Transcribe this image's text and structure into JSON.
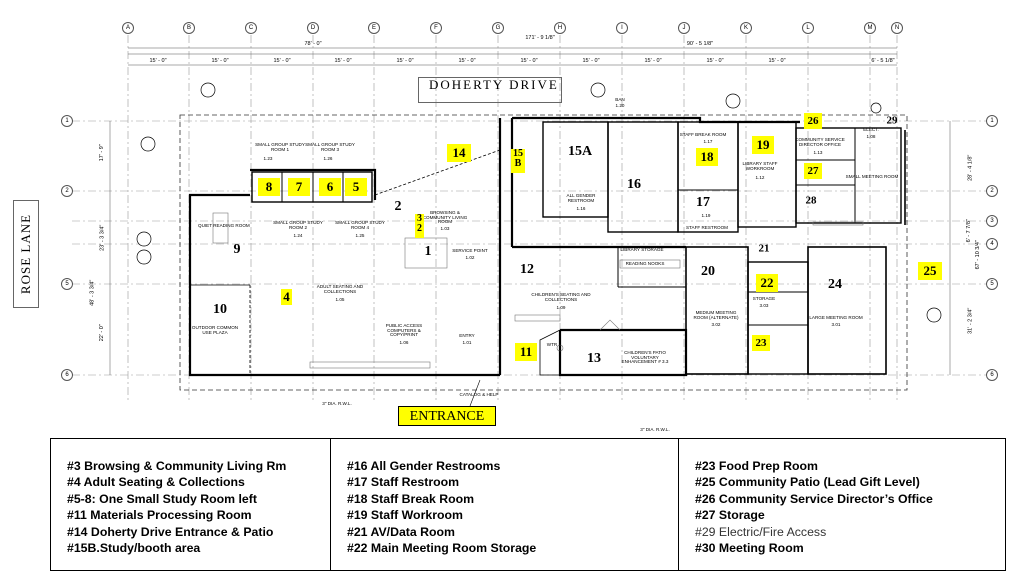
{
  "streets": {
    "top": "DOHERTY DRIVE",
    "left": "ROSE LANE",
    "entrance": "ENTRANCE"
  },
  "grid_columns": [
    "A",
    "B",
    "C",
    "D",
    "E",
    "F",
    "G",
    "H",
    "I",
    "J",
    "K",
    "L",
    "M",
    "N"
  ],
  "grid_rows": [
    "1",
    "2",
    "3",
    "4",
    "5",
    "6"
  ],
  "dimensions": {
    "overall_left": "78' - 0\"",
    "overall_total": "171' - 9 1/8\"",
    "overall_right": "90' - 5 1/8\"",
    "bays": [
      "15' - 0\"",
      "15' - 0\"",
      "15' - 0\"",
      "15' - 0\"",
      "15' - 0\"",
      "15' - 0\"",
      "15' - 0\"",
      "15' - 0\"",
      "15' - 0\"",
      "15' - 0\"",
      "15' - 0\"",
      "6' - 5 1/8\""
    ],
    "left_side": [
      "17' - 9\"",
      "23' - 3 3/4\"",
      "48' - 3 3/4\"",
      "22' - 0\""
    ],
    "right_side": [
      "28' - 4 1/8\"",
      "6' - 7 7/8\"",
      "67' - 10 3/4\"",
      "31' - 2 3/4\""
    ]
  },
  "room_labels": [
    {
      "id": "sg1",
      "text": "SMALL GROUP STUDY ROOM 1",
      "code": "1.23"
    },
    {
      "id": "sg3",
      "text": "SMALL GROUP STUDY ROOM 3",
      "code": "1.26"
    },
    {
      "id": "sg2",
      "text": "SMALL GROUP STUDY ROOM 2",
      "code": "1.24"
    },
    {
      "id": "sg4",
      "text": "SMALL GROUP STUDY ROOM 4",
      "code": "1.25"
    },
    {
      "id": "quiet",
      "text": "QUIET READING ROOM",
      "code": ""
    },
    {
      "id": "browse",
      "text": "BROWSING & COMMUNITY LIVING ROOM",
      "code": "1.03"
    },
    {
      "id": "adult",
      "text": "ADULT SEATING AND COLLECTIONS",
      "code": "1.05"
    },
    {
      "id": "outdoor",
      "text": "OUTDOOR COMMON USE PLAZA",
      "code": ""
    },
    {
      "id": "public",
      "text": "PUBLIC ACCESS COMPUTERS & COPY/PRINT",
      "code": "1.06"
    },
    {
      "id": "service",
      "text": "SERVICE POINT",
      "code": "1.02"
    },
    {
      "id": "entry",
      "text": "ENTRY",
      "code": "1.01"
    },
    {
      "id": "catalog",
      "text": "CATALOG & HELP",
      "code": ""
    },
    {
      "id": "allgender",
      "text": "ALL GENDER RESTROOM",
      "code": "1.16"
    },
    {
      "id": "staffbreak",
      "text": "STAFF BREAK ROOM",
      "code": "1.17"
    },
    {
      "id": "staffrest",
      "text": "STAFF RESTROOM",
      "code": "1.19"
    },
    {
      "id": "libstaff",
      "text": "LIBRARY STAFF WORKROOM",
      "code": "1.12"
    },
    {
      "id": "commsvc",
      "text": "COMMUNITY SERVICE DIRECTOR OFFICE",
      "code": "1.13"
    },
    {
      "id": "smallmeet",
      "text": "SMALL MEETING ROOM",
      "code": ""
    },
    {
      "id": "elec",
      "text": "ELECT.",
      "code": "1.08"
    },
    {
      "id": "childrens",
      "text": "CHILDREN'S SEATING AND COLLECTIONS",
      "code": "1.09"
    },
    {
      "id": "reading",
      "text": "READING NOOKS",
      "code": ""
    },
    {
      "id": "libstorage",
      "text": "LIBRARY STORAGE",
      "code": ""
    },
    {
      "id": "medium",
      "text": "MEDIUM MEETING ROOM (ALTERNATE)",
      "code": "3.02"
    },
    {
      "id": "storage",
      "text": "STORAGE",
      "code": "3.03"
    },
    {
      "id": "large",
      "text": "LARGE MEETING ROOM",
      "code": "3.01"
    },
    {
      "id": "patio",
      "text": "CHILDREN'S PATIO VOLUNTARY ENHANCEMENT # 3.3",
      "code": ""
    },
    {
      "id": "wtr",
      "text": "WTR",
      "code": ""
    },
    {
      "id": "dia1",
      "text": "3\" DIA. R.W.L.",
      "code": ""
    },
    {
      "id": "dia2",
      "text": "3\" DIA. R.W.L.",
      "code": ""
    },
    {
      "id": "ban",
      "text": "BAN",
      "code": "1.20"
    }
  ],
  "room_numbers": {
    "n1": "1",
    "n2": "2",
    "n9": "9",
    "n10": "10",
    "n12": "12",
    "n13": "13",
    "n15a": "15A",
    "n16": "16",
    "n17": "17",
    "n20": "20",
    "n21": "21",
    "n24": "24",
    "n28": "28",
    "n29": "29"
  },
  "highlight_numbers": {
    "h3": "3",
    "h3b": "2",
    "h4": "4",
    "h5": "5",
    "h6": "6",
    "h7": "7",
    "h8": "8",
    "h11": "11",
    "h14": "14",
    "h15": "15",
    "h15b": "B",
    "h18": "18",
    "h19": "19",
    "h22": "22",
    "h23": "23",
    "h25": "25",
    "h26": "26",
    "h27": "27"
  },
  "legend": {
    "col1": [
      "#3 Browsing & Community Living Rm",
      "#4 Adult Seating & Collections",
      "#5-8: One Small Study Room left",
      "#11 Materials Processing Room",
      "#14 Doherty Drive Entrance & Patio",
      "#15B.Study/booth area"
    ],
    "col2": [
      "#16 All Gender Restrooms",
      "#17 Staff Restroom",
      "#18 Staff Break Room",
      "#19 Staff Workroom",
      "#21 AV/Data Room",
      "#22 Main Meeting Room Storage"
    ],
    "col3": [
      "#23 Food Prep Room",
      "#25 Community Patio (Lead Gift Level)",
      "#26 Community Service Director’s Office",
      "#27 Storage",
      "#29 Electric/Fire Access",
      "#30 Meeting Room"
    ]
  },
  "colors": {
    "highlight": "#ffff00",
    "wall": "#000000",
    "gridline": "#9a9a9a"
  }
}
